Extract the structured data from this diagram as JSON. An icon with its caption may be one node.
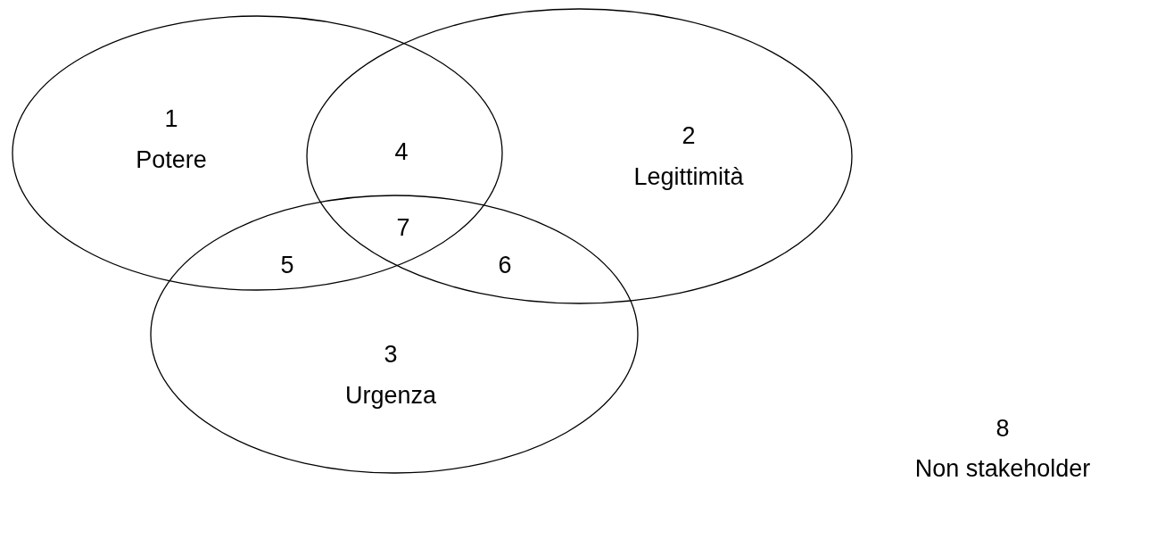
{
  "diagram": {
    "nodes": [
      {
        "text": [
          "1",
          "Potere"
        ]
      },
      {
        "text": [
          "2",
          "Legittimità"
        ]
      },
      {
        "text": [
          "3",
          "Urgenza"
        ]
      }
    ],
    "labels": [
      "4",
      "7",
      "5",
      "6",
      "8",
      "Non stakeholder"
    ]
  }
}
